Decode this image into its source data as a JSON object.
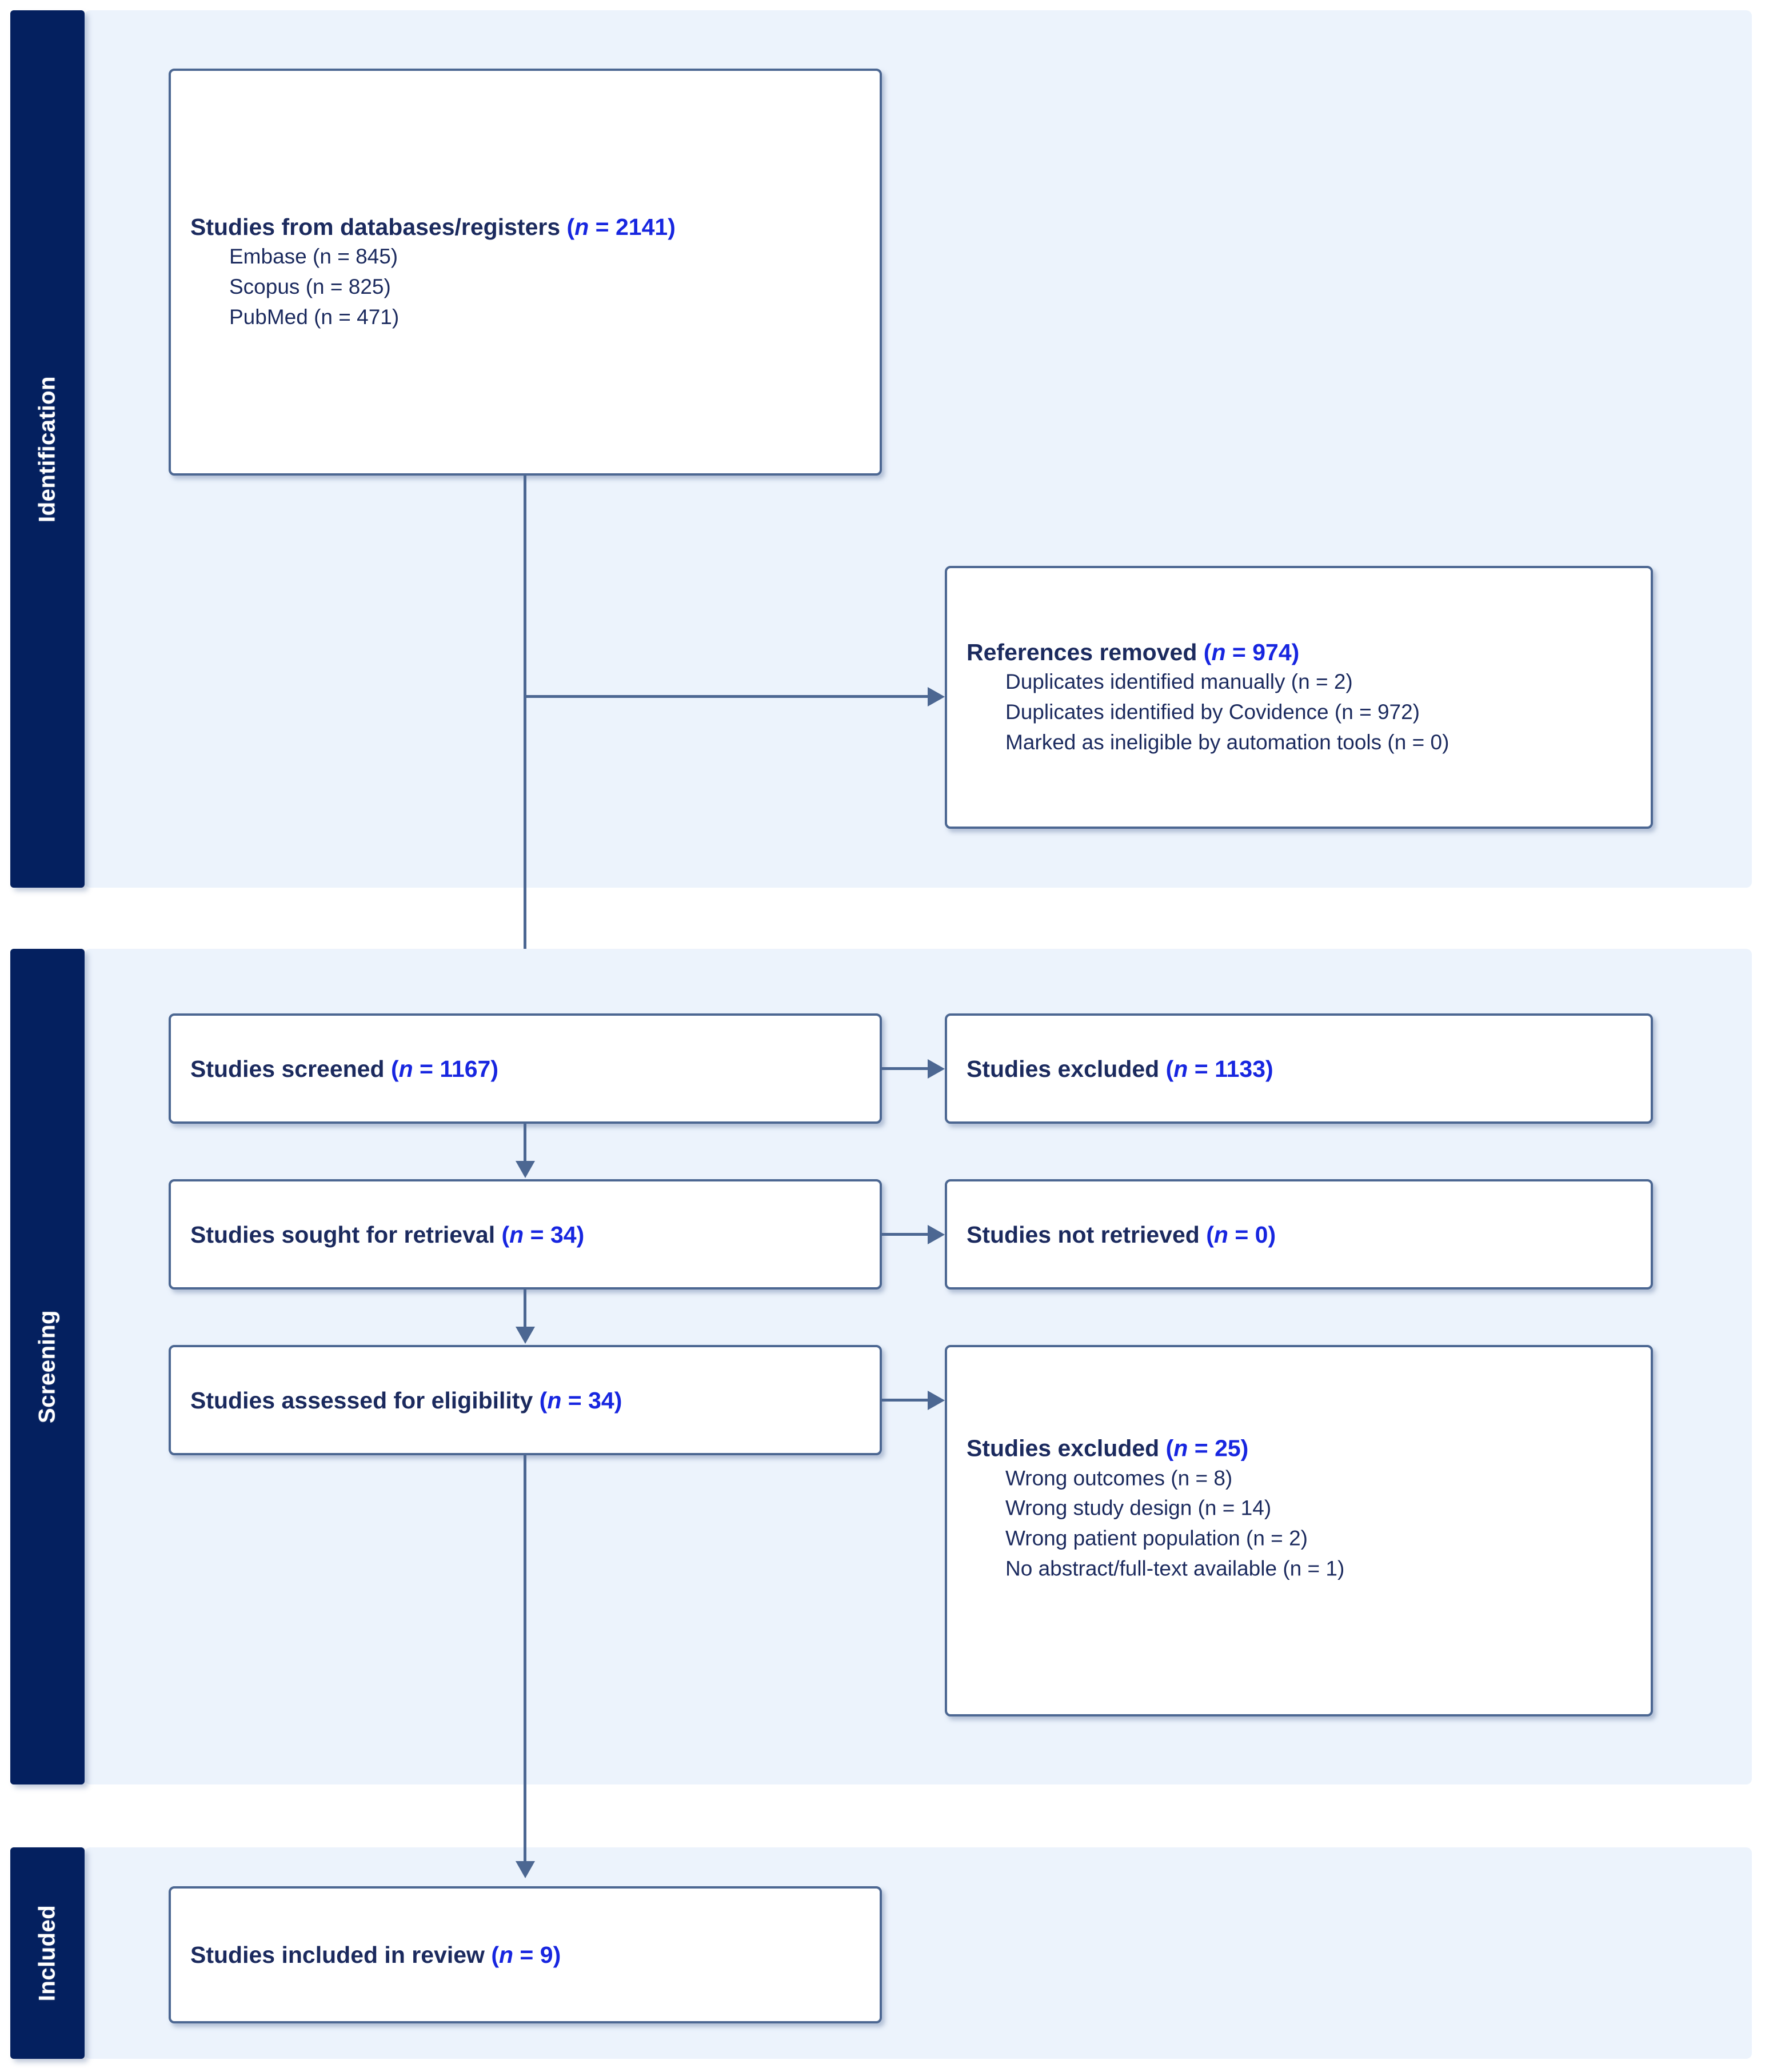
{
  "diagram": {
    "title": "PRISMA 2020 flow diagram",
    "accent_navy": "#04205f",
    "accent_band": "#ecf3fc",
    "accent_border": "#4c6792",
    "accent_number": "#1726e0"
  },
  "stages": {
    "identification": "Identification",
    "screening": "Screening",
    "included": "Included"
  },
  "boxes": {
    "databases": {
      "header": "Studies from databases/registers",
      "n_label": "(n = 2141)",
      "items": [
        "Embase (n = 845)",
        "Scopus (n = 825)",
        "PubMed (n = 471)"
      ]
    },
    "references_removed": {
      "header": "References removed",
      "n_label": "(n = 974)",
      "items": [
        "Duplicates identified manually (n = 2)",
        "Duplicates identified by Covidence (n = 972)",
        "Marked as ineligible by automation tools (n = 0)"
      ]
    },
    "screened": {
      "header": "Studies screened",
      "n_label": "(n = 1167)"
    },
    "screened_excluded": {
      "header": "Studies excluded",
      "n_label": "(n = 1133)"
    },
    "sought": {
      "header": "Studies sought for retrieval",
      "n_label": "(n = 34)"
    },
    "not_retrieved": {
      "header": "Studies not retrieved",
      "n_label": "(n = 0)"
    },
    "assessed": {
      "header": "Studies assessed for eligibility",
      "n_label": "(n = 34)"
    },
    "assessed_excluded": {
      "header": "Studies excluded",
      "n_label": "(n = 25)",
      "items": [
        "Wrong outcomes (n = 8)",
        "Wrong study design (n = 14)",
        "Wrong patient population (n = 2)",
        "No abstract/full-text available (n = 1)"
      ]
    },
    "included": {
      "header": "Studies included in review",
      "n_label": "(n = 9)"
    }
  }
}
